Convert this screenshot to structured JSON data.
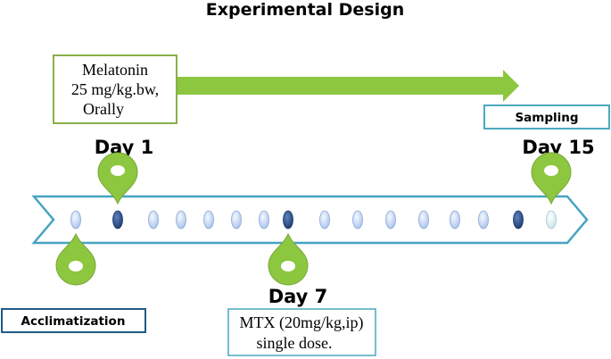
{
  "title": "Experimental Design",
  "treatment": {
    "lines": [
      "Melatonin",
      "25 mg/kg.bw,",
      "Orally"
    ]
  },
  "sampling_label": "Sampling",
  "acclimatization_label": "Acclimatization",
  "days": {
    "day1": "Day 1",
    "day7": "Day 7",
    "day15": "Day 15"
  },
  "mtx": {
    "lines": [
      "MTX (20mg/kg,ip)",
      "single dose."
    ]
  },
  "colors": {
    "green": "#8dc63f",
    "green_border": "#8ab04a",
    "timeline_border": "#45a4c1",
    "oval_light": "#c6d8f2",
    "oval_dark": "#2c4f86",
    "sampling_border": "#4aa9bd",
    "acclim_border": "#1f5a84"
  },
  "timeline": {
    "oval_types": [
      "light",
      "dark",
      "light",
      "light",
      "light",
      "light",
      "light",
      "dark",
      "light",
      "light",
      "light",
      "light",
      "light",
      "light",
      "dark",
      "pale"
    ]
  }
}
